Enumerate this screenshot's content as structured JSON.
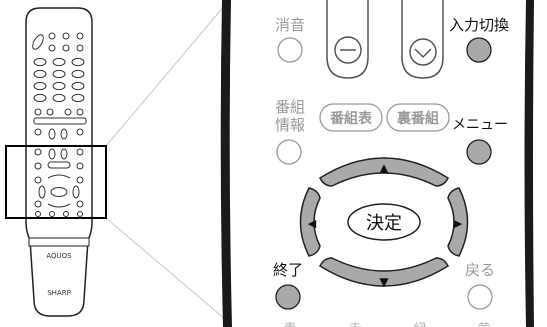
{
  "remote": {
    "brand_small": "AQUOS",
    "brand_large": "SHARP"
  },
  "zoom_panel": {
    "mute": "消音",
    "input_switch": "入力切換",
    "program_info_line1": "番組",
    "program_info_line2": "情報",
    "epg": "番組表",
    "back_program": "裏番組",
    "menu": "メニュー",
    "up_arrow": "▲",
    "down_arrow": "▼",
    "left_arrow": "◀",
    "right_arrow": "▶",
    "enter": "決定",
    "exit": "終了",
    "return": "戻る",
    "color_blue": "青",
    "color_red": "赤",
    "color_green": "緑",
    "color_yellow": "黄"
  },
  "colors": {
    "button_fill": "#a9a9a9",
    "panel_edge": "#1a1a1a",
    "label_gray": "#9a9a9a",
    "highlight_frame": "#000000"
  }
}
